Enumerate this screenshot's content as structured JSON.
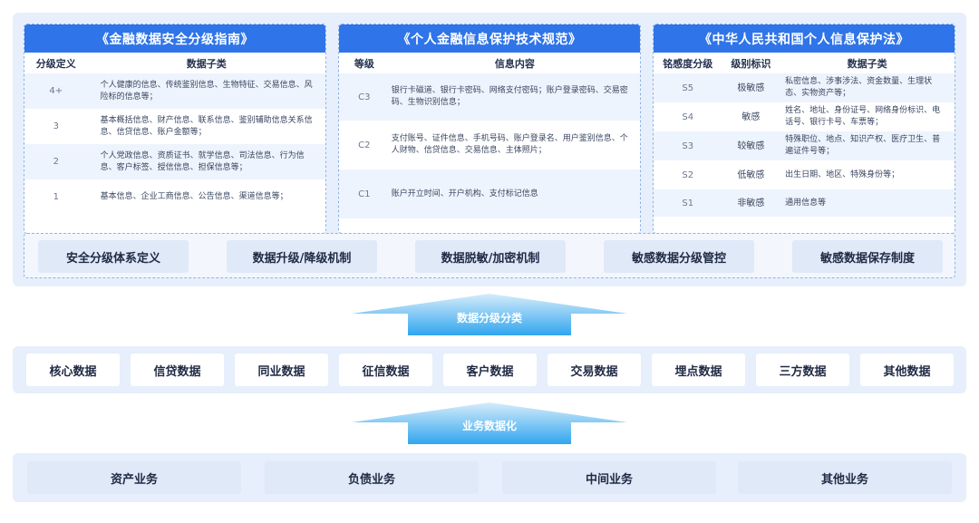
{
  "guide": {
    "title": "《金融数据安全分级指南》",
    "headers": [
      "分级定义",
      "数据子类"
    ],
    "rows": [
      {
        "level": "4+",
        "text": "个人健康的信息、传统鉴别信息、生物特征、交易信息、风险标的信息等；"
      },
      {
        "level": "3",
        "text": "基本概括信息、财产信息、联系信息、鉴别辅助信息关系信息、信贷信息、账户金额等；"
      },
      {
        "level": "2",
        "text": "个人党政信息、资质证书、就学信息、司法信息、行为信息、客户标签、授信信息、担保信息等；"
      },
      {
        "level": "1",
        "text": "基本信息、企业工商信息、公告信息、渠道信息等；"
      }
    ]
  },
  "spec": {
    "title": "《个人金融信息保护技术规范》",
    "headers": [
      "等级",
      "信息内容"
    ],
    "rows": [
      {
        "level": "C3",
        "text": "银行卡磁道、银行卡密码、网络支付密码；账户登录密码、交易密码、生物识别信息；"
      },
      {
        "level": "C2",
        "text": "支付账号、证件信息、手机号码、账户登录名、用户鉴别信息、个人财物、信贷信息、交易信息、主体照片；"
      },
      {
        "level": "C1",
        "text": "账户开立时间、开户机构、支付标记信息"
      }
    ]
  },
  "law": {
    "title": "《中华人民共和国个人信息保护法》",
    "headers": [
      "铭感度分级",
      "级别标识",
      "数据子类"
    ],
    "rows": [
      {
        "level": "S5",
        "tag": "极敏感",
        "text": "私密信息、涉事涉法、资金数量、生理状态、实物资产等；"
      },
      {
        "level": "S4",
        "tag": "敏感",
        "text": "姓名、地址、身份证号、网络身份标识、电话号、银行卡号、车票等；"
      },
      {
        "level": "S3",
        "tag": "较敏感",
        "text": "特殊职位、地点、知识产权、医疗卫生、普遍证件号等；"
      },
      {
        "level": "S2",
        "tag": "低敏感",
        "text": "出生日期、地区、特殊身份等；"
      },
      {
        "level": "S1",
        "tag": "非敏感",
        "text": "通用信息等"
      }
    ]
  },
  "mechanisms": [
    "安全分级体系定义",
    "数据升级/降级机制",
    "数据脱敏/加密机制",
    "敏感数据分级管控",
    "敏感数据保存制度"
  ],
  "arrows": {
    "upper": "数据分级分类",
    "lower": "业务数据化"
  },
  "data_types": [
    "核心数据",
    "信贷数据",
    "同业数据",
    "征信数据",
    "客户数据",
    "交易数据",
    "埋点数据",
    "三方数据",
    "其他数据"
  ],
  "business": [
    "资产业务",
    "负债业务",
    "中间业务",
    "其他业务"
  ],
  "colors": {
    "accent": "#2f74e8",
    "panel": "#e6effb",
    "arrow_light": "#d6ecfb",
    "arrow_dark": "#31a6ee"
  }
}
